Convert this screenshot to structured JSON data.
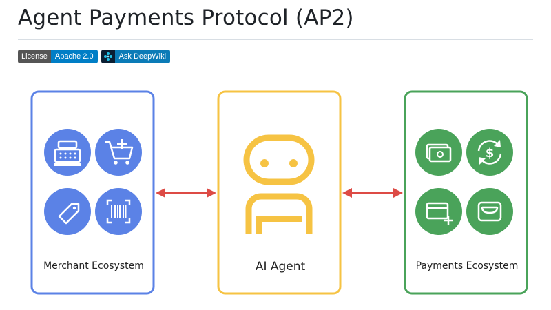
{
  "page": {
    "title": "Agent Payments Protocol (AP2)"
  },
  "badges": {
    "license": {
      "label": "License",
      "value": "Apache 2.0"
    },
    "deepwiki": {
      "label": "Ask DeepWiki"
    }
  },
  "diagram": {
    "merchant": {
      "label": "Merchant Ecosystem",
      "icons": [
        "cash-register-icon",
        "add-to-cart-icon",
        "price-tag-icon",
        "barcode-scanner-icon"
      ]
    },
    "agent": {
      "label": "AI Agent",
      "icons": [
        "robot-icon"
      ]
    },
    "payments": {
      "label": "Payments Ecosystem",
      "icons": [
        "cash-icon",
        "currency-exchange-icon",
        "add-card-icon",
        "wallet-icon"
      ]
    },
    "colors": {
      "merchant": "#5b82e6",
      "agent": "#f6c343",
      "payments": "#4aa35a",
      "arrow": "#dd4b45"
    }
  }
}
